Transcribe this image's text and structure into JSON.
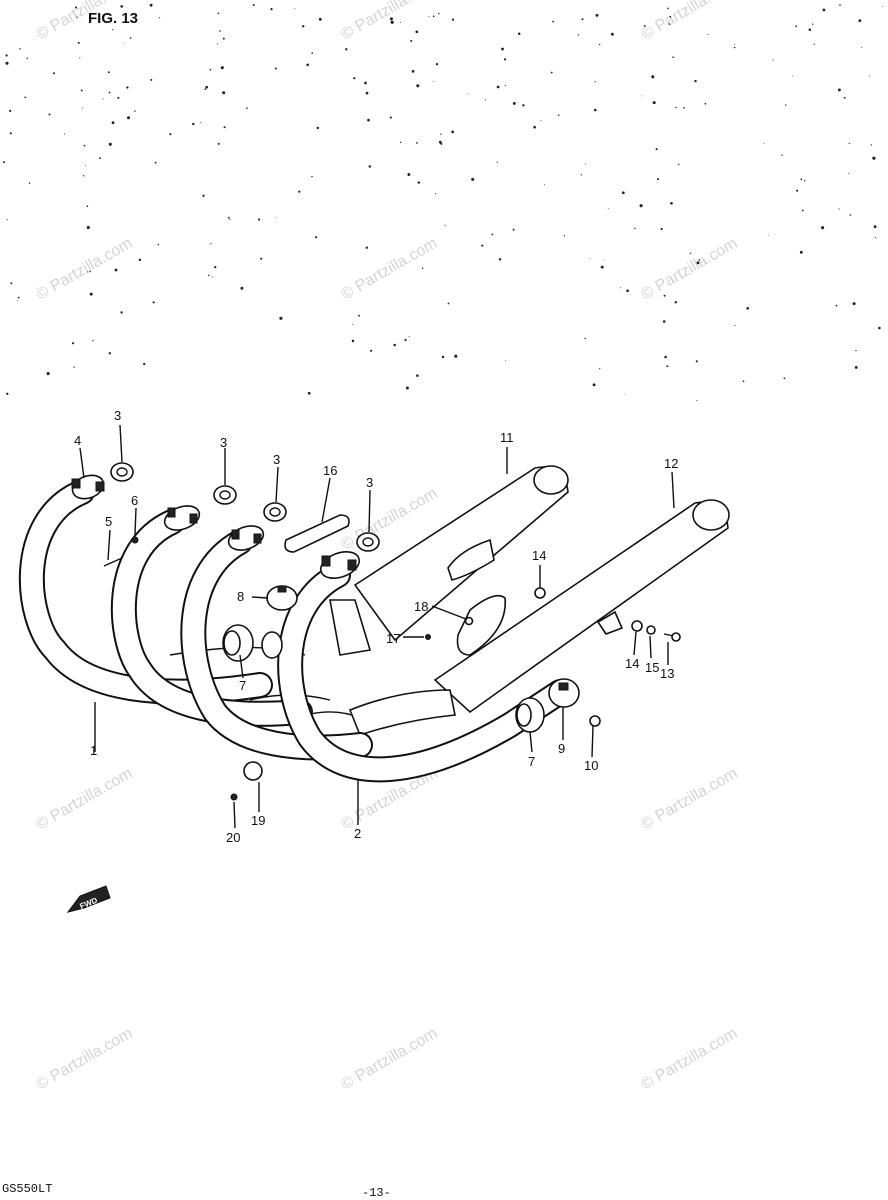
{
  "figure": {
    "title": "FIG. 13",
    "model_code": "GS550LT",
    "page_number": "-13-",
    "direction_label": "FWD"
  },
  "watermark": {
    "text": "© Partzilla.com"
  },
  "callouts": [
    {
      "number": "1"
    },
    {
      "number": "2"
    },
    {
      "number": "3"
    },
    {
      "number": "3"
    },
    {
      "number": "3"
    },
    {
      "number": "3"
    },
    {
      "number": "4"
    },
    {
      "number": "5"
    },
    {
      "number": "6"
    },
    {
      "number": "7"
    },
    {
      "number": "7"
    },
    {
      "number": "8"
    },
    {
      "number": "9"
    },
    {
      "number": "10"
    },
    {
      "number": "11"
    },
    {
      "number": "12"
    },
    {
      "number": "13"
    },
    {
      "number": "14"
    },
    {
      "number": "14"
    },
    {
      "number": "15"
    },
    {
      "number": "16"
    },
    {
      "number": "17"
    },
    {
      "number": "18"
    },
    {
      "number": "19"
    },
    {
      "number": "20"
    }
  ]
}
